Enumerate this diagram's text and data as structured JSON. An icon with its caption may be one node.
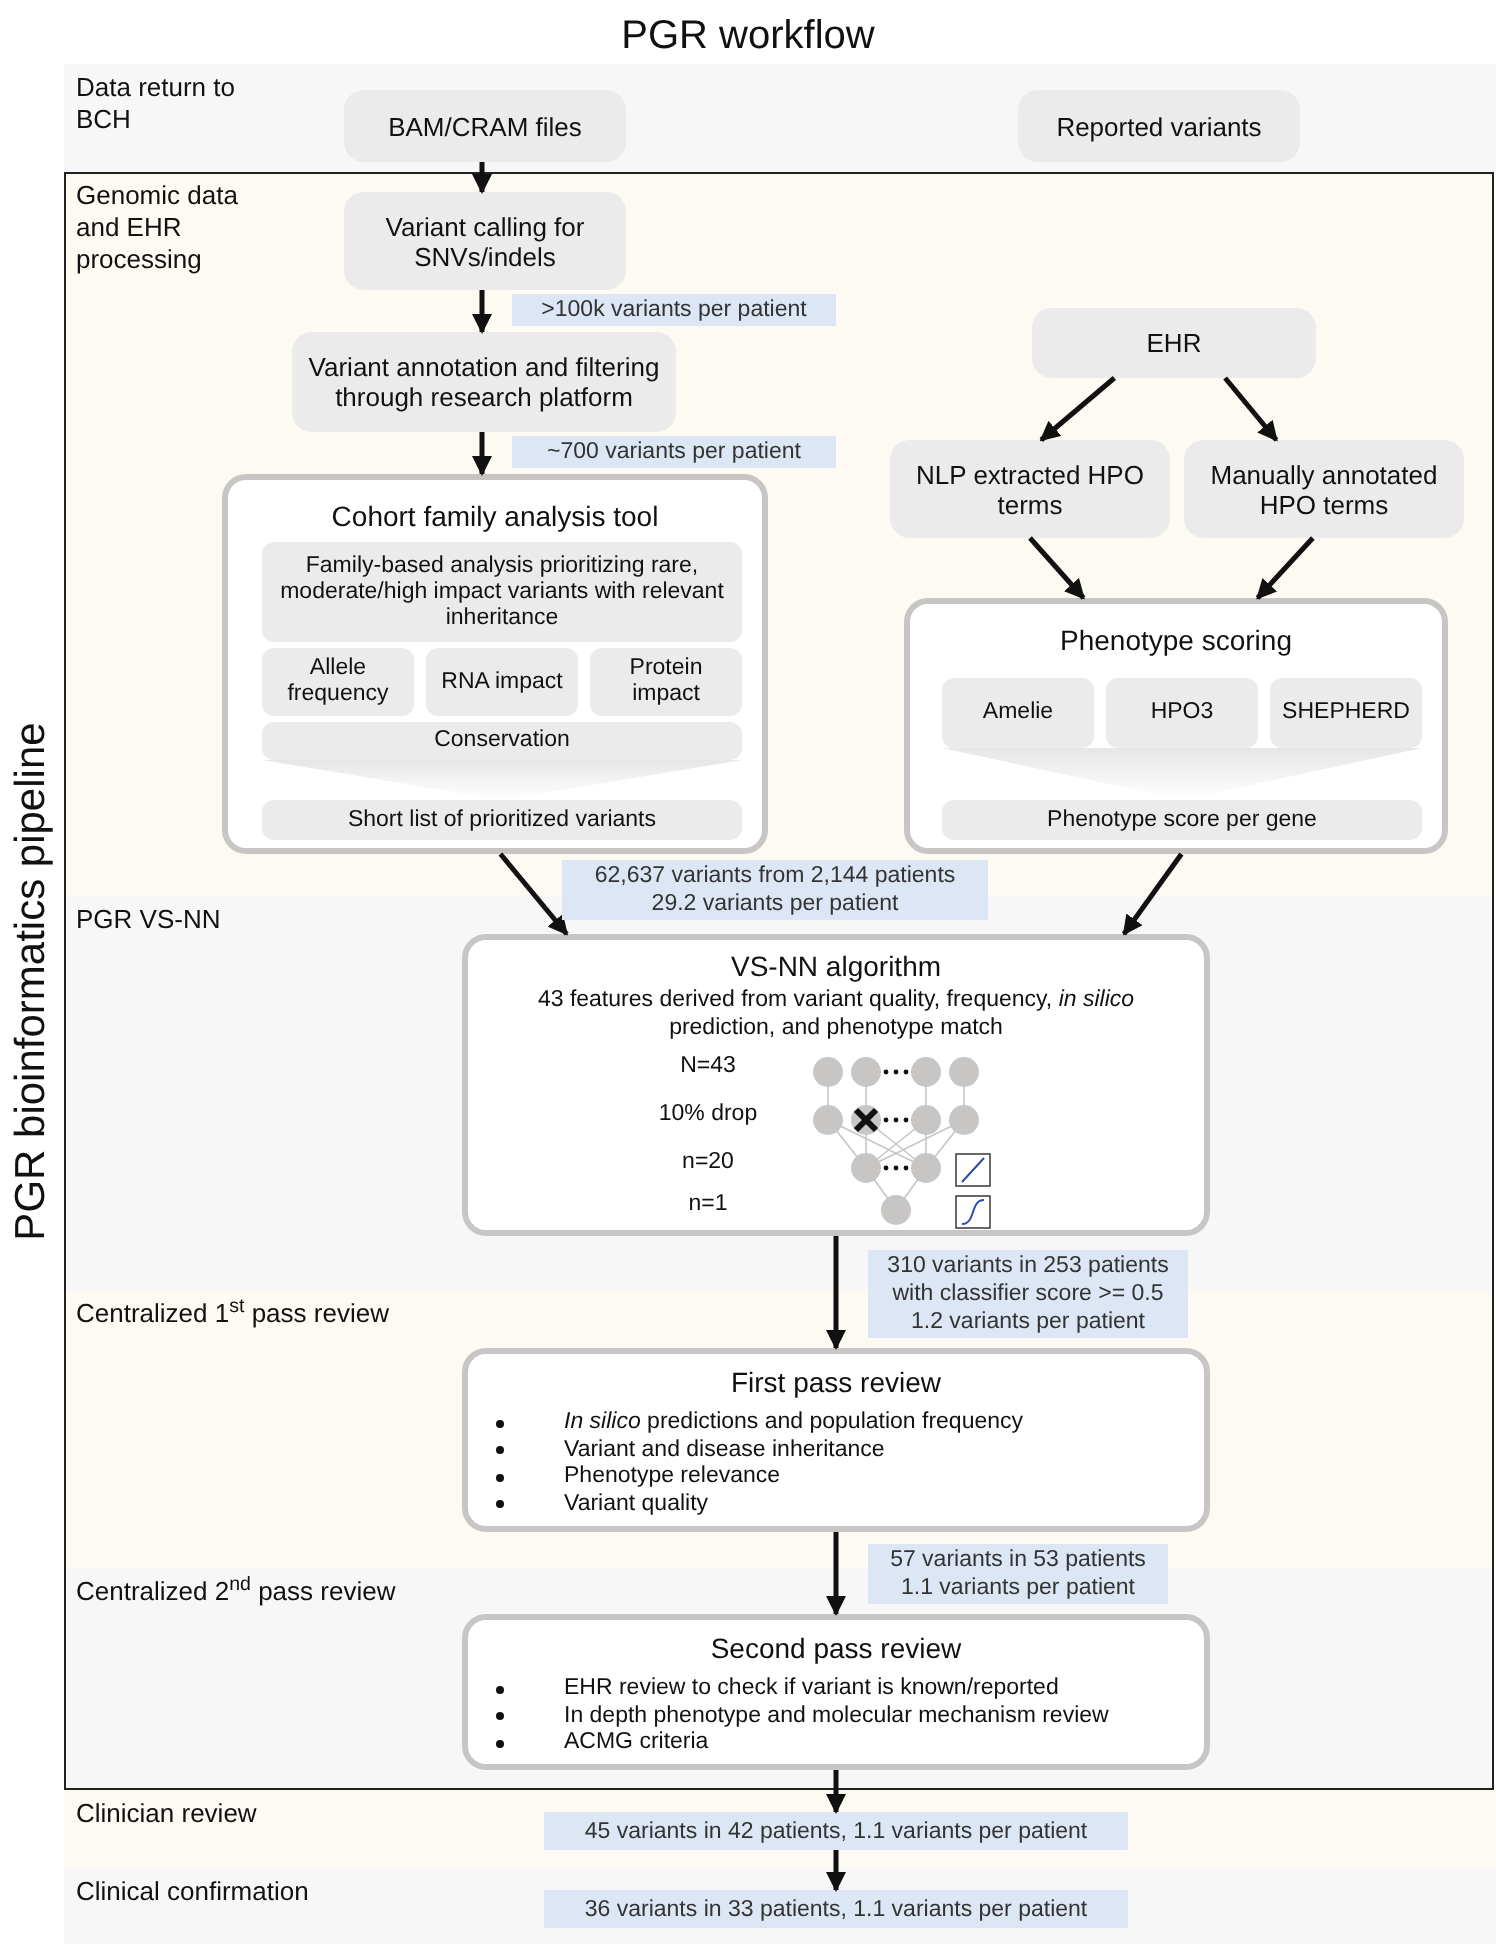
{
  "diagram": {
    "title": "PGR workflow",
    "nodes": [
      {
        "text": [
          "Data return to BCH"
        ]
      },
      {
        "text": [
          "BAM/CRAM files"
        ],
        "in": 0
      },
      {
        "text": [
          "Reported variants"
        ],
        "in": 0
      },
      {
        "text": [
          "PGR bioinformatics pipeline"
        ]
      },
      {
        "text": [
          "Genomic data and EHR processing"
        ],
        "in": 3
      },
      {
        "text": [
          "Variant calling for SNVs/indels"
        ],
        "in": 4
      },
      {
        "text": [
          "Variant annotation and filtering through research platform"
        ],
        "in": 4
      },
      {
        "text": [
          "Cohort family analysis tool"
        ],
        "in": 4
      },
      {
        "text": [
          "Family-based analysis prioritizing rare, moderate/high impact variants with relevant inheritance"
        ],
        "in": 7
      },
      {
        "text": [
          "Allele frequency"
        ],
        "in": 7
      },
      {
        "text": [
          "RNA impact"
        ],
        "in": 7
      },
      {
        "text": [
          "Protein impact"
        ],
        "in": 7
      },
      {
        "text": [
          "Conservation"
        ],
        "in": 7
      },
      {
        "text": [
          "Short list of prioritized variants"
        ],
        "in": 7
      },
      {
        "text": [
          "EHR"
        ],
        "in": 4
      },
      {
        "text": [
          "NLP extracted HPO terms"
        ],
        "in": 4
      },
      {
        "text": [
          "Manually annotated HPO terms"
        ],
        "in": 4
      },
      {
        "text": [
          "Phenotype scoring"
        ],
        "in": 4
      },
      {
        "text": [
          "Amelie"
        ],
        "in": 17
      },
      {
        "text": [
          "HPO3"
        ],
        "in": 17
      },
      {
        "text": [
          "SHEPHERD"
        ],
        "in": 17
      },
      {
        "text": [
          "Phenotype score per gene"
        ],
        "in": 17
      },
      {
        "text": [
          "PGR VS-NN"
        ],
        "in": 3
      },
      {
        "text": [
          "VS-NN algorithm",
          "43 features derived from variant quality, frequency, *in silico* prediction, and phenotype match",
          "N=43",
          "10% drop",
          "n=20",
          "n=1"
        ],
        "in": 22
      },
      {
        "text": [
          "Centralized 1$^{st}$ pass review"
        ],
        "in": 3
      },
      {
        "text": [
          "First pass review",
          "*In silico* predictions and population frequency",
          "Variant and disease inheritance",
          "Phenotype relevance",
          "Variant quality"
        ],
        "in": 24
      },
      {
        "text": [
          "Centralized  2$^{nd}$ pass review"
        ],
        "in": 3
      },
      {
        "text": [
          "Second pass review",
          "EHR review to check if variant is known/reported",
          "In depth phenotype and molecular mechanism review",
          "ACMG criteria"
        ],
        "in": 26
      },
      {
        "text": [
          "Clinician review"
        ]
      },
      {
        "text": [
          "45 variants in 42 patients, 1.1 variants per patient"
        ],
        "in": 28
      },
      {
        "text": [
          "Clinical confirmation"
        ]
      },
      {
        "text": [
          "36 variants in 33 patients, 1.1 variants per patient"
        ],
        "in": 30
      },
      {
        "text": [],
        "shape": "triangle",
        "in": 7
      },
      {
        "text": [],
        "shape": "triangle",
        "in": 17
      }
    ],
    "edges": [
      {
        "from": 1,
        "to": 5,
        "arrow": "to"
      },
      {
        "from": 5,
        "to": 6,
        "arrow": "to",
        "label": ">100k variants per patient"
      },
      {
        "from": 6,
        "to": 7,
        "arrow": "to",
        "label": "~700 variants per patient"
      },
      {
        "from": 14,
        "to": 15,
        "arrow": "to"
      },
      {
        "from": 14,
        "to": 16,
        "arrow": "to"
      },
      {
        "from": 15,
        "to": 17,
        "arrow": "to"
      },
      {
        "from": 16,
        "to": 17,
        "arrow": "to"
      },
      {
        "from": 7,
        "to": 23,
        "arrow": "to",
        "label": "62,637 variants from 2,144 patients 29.2 variants per patient"
      },
      {
        "from": 17,
        "to": 23,
        "arrow": "to"
      },
      {
        "from": 23,
        "to": 25,
        "arrow": "to",
        "label": "310 variants in 253 patients with classifier score >= 0.5 1.2 variants per patient"
      },
      {
        "from": 25,
        "to": 27,
        "arrow": "to",
        "label": "57 variants in 53 patients 1.1 variants per patient"
      },
      {
        "from": 27,
        "to": 29,
        "arrow": "to"
      },
      {
        "from": 29,
        "to": 31,
        "arrow": "to"
      }
    ]
  }
}
